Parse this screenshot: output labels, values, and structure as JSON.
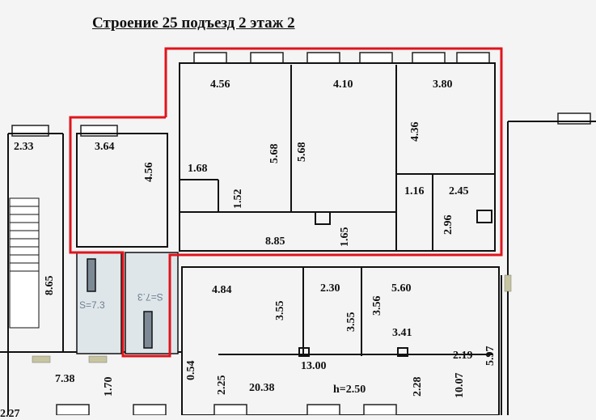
{
  "title": "Строение 25  подъезд 2  этаж 2",
  "rooms": {
    "r1_w": "4.56",
    "r2_w": "4.10",
    "r3_w": "3.80",
    "r1_h": "5.68",
    "r2_h": "5.68",
    "r3_h": "4.36",
    "room_a_w": "3.64",
    "room_a_h": "4.56",
    "corridor_w": "1.68",
    "corridor_h": "1.52",
    "hall_w": "8.85",
    "hall_h": "1.65",
    "small_w": "1.16",
    "small2_w": "2.45",
    "small2_h": "2.96",
    "left_room_w": "2.33",
    "stair_h": "8.65",
    "lower1_w": "4.84",
    "lower1_h": "3.55",
    "lower2_w": "2.30",
    "lower2_h": "3.55",
    "lower3_w": "5.60",
    "lower3_h": "3.56",
    "lower3_area": "3.41",
    "hall_long": "13.00",
    "hall_small": "2.19",
    "right_h1": "10.07",
    "right_h2": "5.97",
    "bottom_left_w": "7.38",
    "bottom_left_h": "1.70",
    "bottom_small": "0.54",
    "bottom_h1": "2.25",
    "bottom_area": "20.38",
    "ceiling": "h=2.50",
    "bottom_h2": "2.28",
    "corner_val": "2.27",
    "wc1": "S=7.3",
    "wc2": "S=7.3"
  },
  "colors": {
    "outline": "#e0141c",
    "wall": "#111111",
    "wc_fill": "#dfe6ea"
  }
}
